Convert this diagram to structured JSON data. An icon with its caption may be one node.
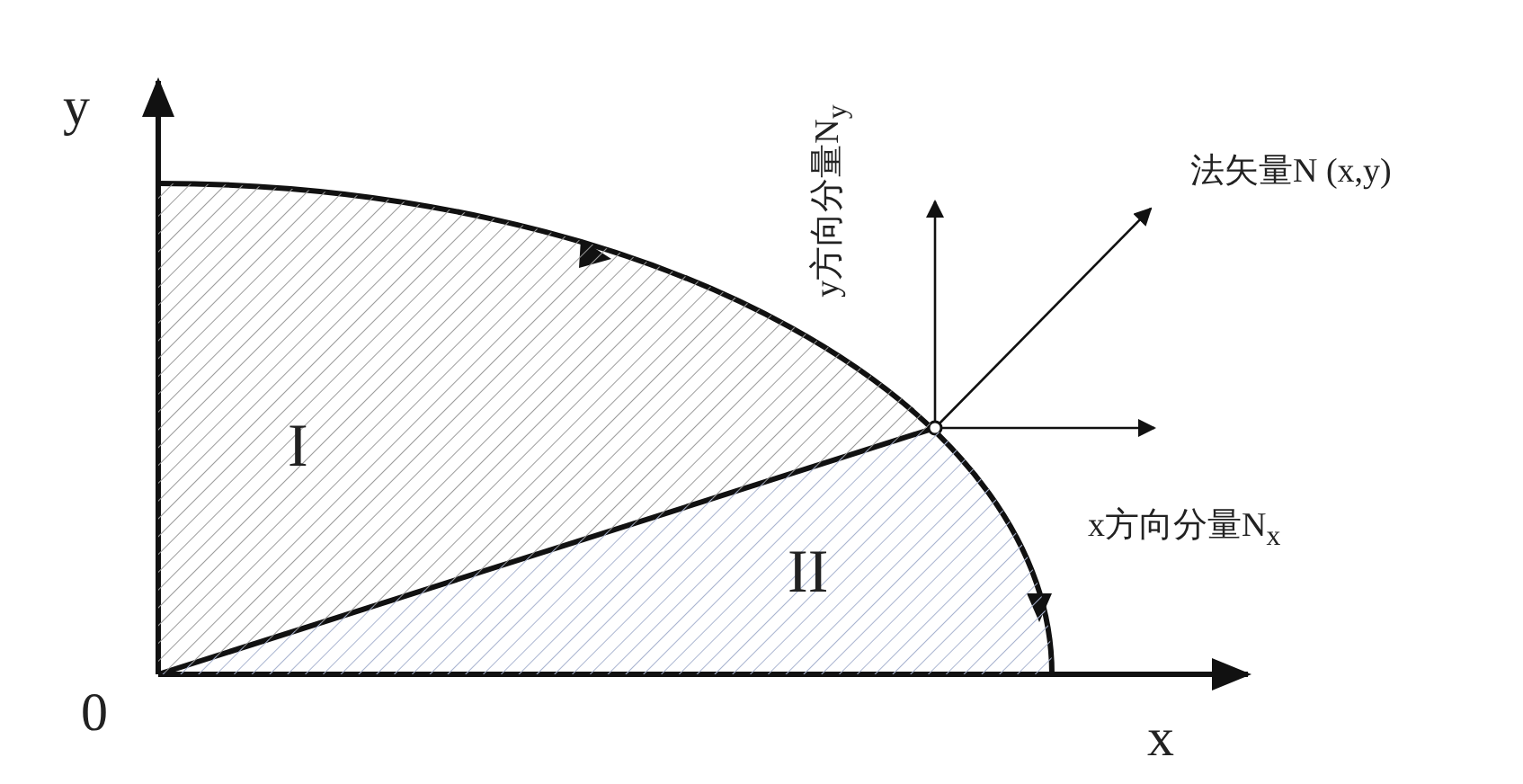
{
  "diagram": {
    "nodes": [
      {
        "text": [
          "I"
        ]
      },
      {
        "text": [
          "II"
        ]
      }
    ],
    "labels": [
      "y",
      "法矢量N (x,y)",
      "y方向分量N$_{y}$",
      "x方向分量N$_{x}$",
      "0",
      "x"
    ]
  }
}
